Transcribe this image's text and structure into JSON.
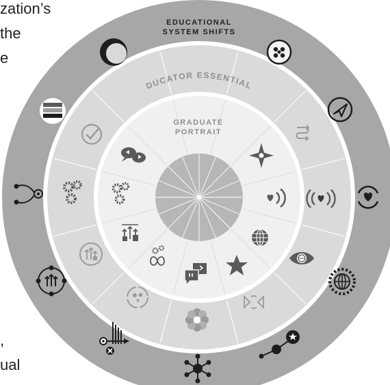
{
  "body_text": {
    "top_lines": [
      "zation’s",
      "the",
      "e"
    ],
    "bottom_lines": [
      ",",
      "ual"
    ]
  },
  "rings": {
    "outer_label_lines": [
      "EDUCATIONAL",
      "SYSTEM SHIFTS"
    ],
    "middle_label": "EDUCATOR ESSENTIALS",
    "inner_label_lines": [
      "GRADUATE",
      "PORTRAIT"
    ]
  },
  "colors": {
    "outer_ring": "#a7a7a7",
    "middle_ring": "#dadada",
    "inner_ring": "#f0f0f0",
    "core": "#b7b7b7",
    "icon_dark": "#1e1e1e",
    "icon_light": "#9a9a9a"
  },
  "icons": {
    "outer": [
      "crescent-icon",
      "molecule-cycle-icon",
      "paper-plane-cycle-icon",
      "heart-cycle-icon",
      "globe-gear-icon",
      "star-network-icon",
      "hub-network-icon",
      "merge-lines-icon",
      "arrows-cluster-icon",
      "path-nodes-icon",
      "stacked-layers-icon"
    ],
    "middle": [
      "check-circle-icon",
      "route-arrows-icon",
      "broadcast-heart-icon",
      "eye-globe-icon",
      "exchange-arrows-icon",
      "flower-icon",
      "cycle-shapes-icon",
      "growth-arrows-icon",
      "gears-icon"
    ],
    "inner": [
      "speech-bubbles-icon",
      "compass-icon",
      "heart-signal-icon",
      "globe-icon",
      "star-icon",
      "chat-bubbles-icon",
      "infinity-gears-icon",
      "up-arrows-icon",
      "gears-icon"
    ]
  }
}
